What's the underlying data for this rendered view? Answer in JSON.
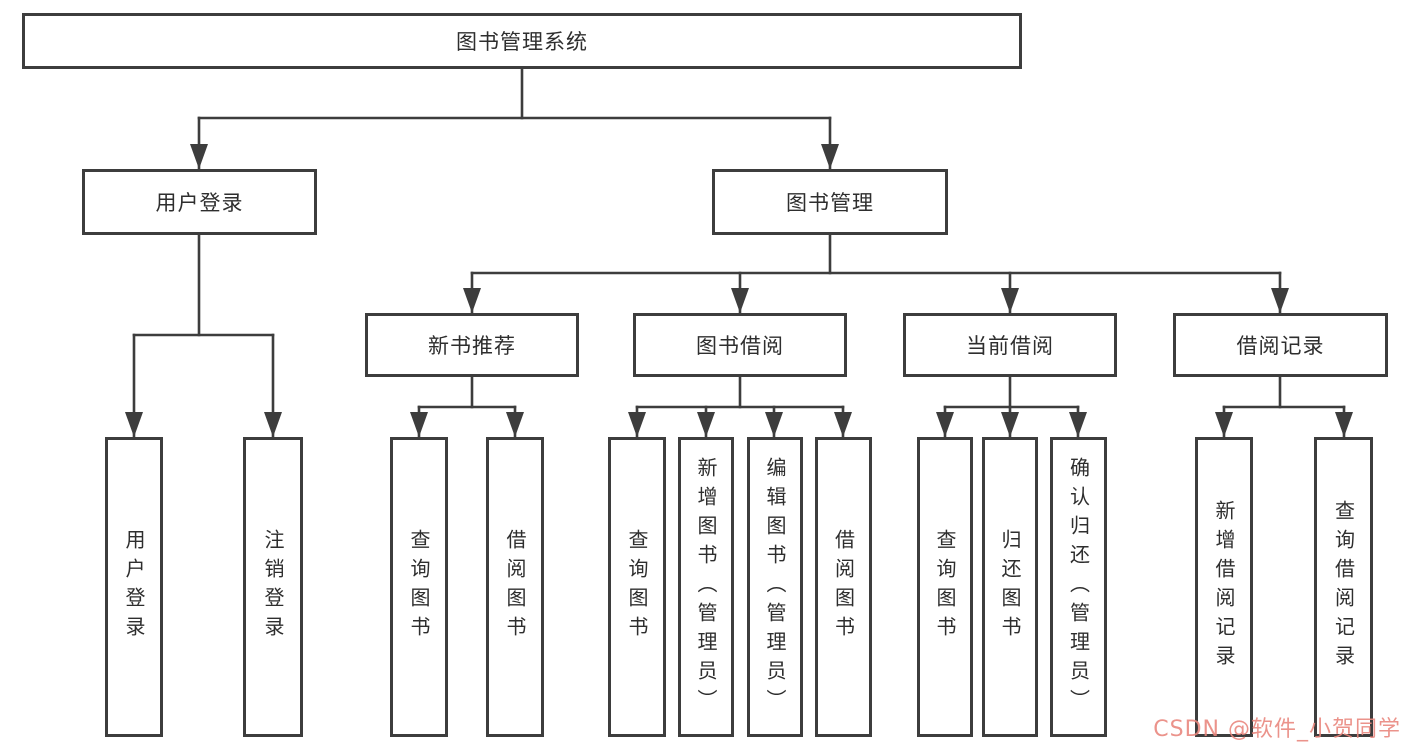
{
  "diagram": {
    "root": {
      "label": "图书管理系统"
    },
    "level2": [
      {
        "label": "用户登录"
      },
      {
        "label": "图书管理"
      }
    ],
    "level3": [
      {
        "label": "新书推荐"
      },
      {
        "label": "图书借阅"
      },
      {
        "label": "当前借阅"
      },
      {
        "label": "借阅记录"
      }
    ],
    "leaves": {
      "user_login": [
        {
          "label": "用户登录"
        },
        {
          "label": "注销登录"
        }
      ],
      "new_book": [
        {
          "label": "查询图书"
        },
        {
          "label": "借阅图书"
        }
      ],
      "book_borrow": [
        {
          "label": "查询图书"
        },
        {
          "label": "新增图书（管理员）"
        },
        {
          "label": "编辑图书（管理员）"
        },
        {
          "label": "借阅图书"
        }
      ],
      "current_borrow": [
        {
          "label": "查询图书"
        },
        {
          "label": "归还图书"
        },
        {
          "label": "确认归还（管理员）"
        }
      ],
      "borrow_records": [
        {
          "label": "新增借阅记录"
        },
        {
          "label": "查询借阅记录"
        }
      ]
    },
    "colors": {
      "line": "#3d3d3d",
      "box_background": "#ffffff",
      "text": "#2e2e2e",
      "watermark": "#e9857c"
    }
  },
  "watermark": {
    "text": "CSDN @软件_小贺同学"
  }
}
